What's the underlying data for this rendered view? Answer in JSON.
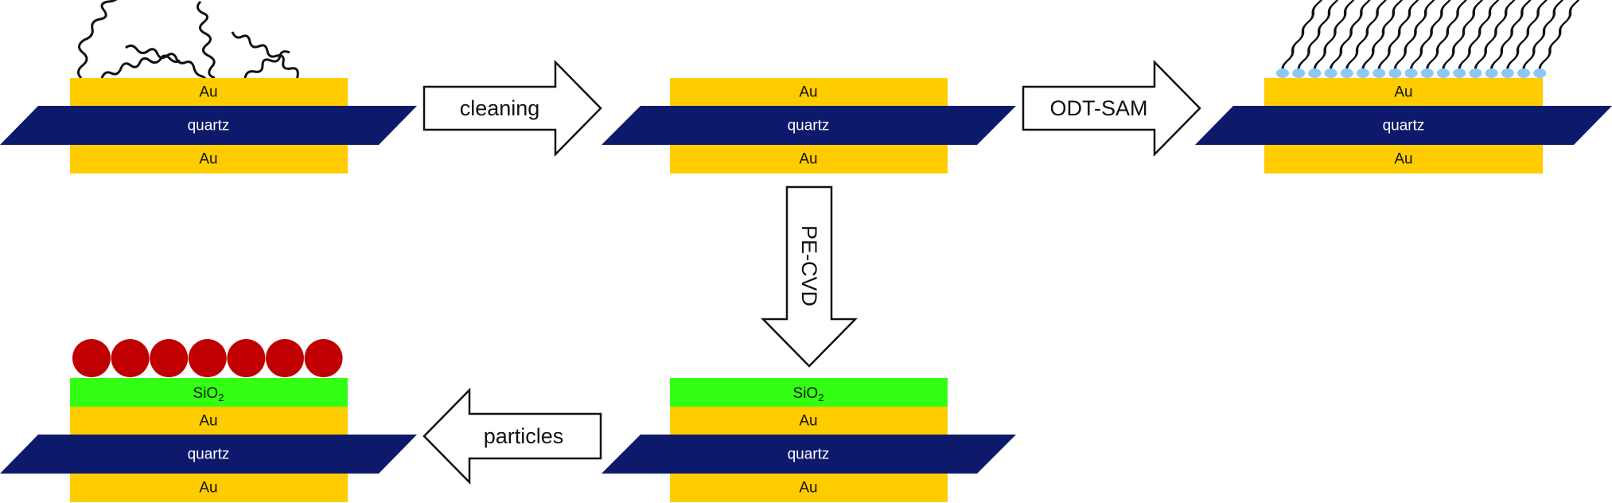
{
  "colors": {
    "gold": "#FFCC00",
    "quartz": "#0D1A6B",
    "sio2": "#33FF14",
    "particle": "#C00000",
    "sam_head": "#8EC8F0",
    "contaminant": "#111111"
  },
  "labels": {
    "au": "Au",
    "quartz": "quartz",
    "sio2": "SiO",
    "sio2_sub": "2"
  },
  "arrows": {
    "cleaning": "cleaning",
    "odt_sam": "ODT-SAM",
    "pe_cvd": "PE-CVD",
    "particles": "particles"
  },
  "icons": {
    "contaminant": "wavy-contaminant-chain-icon",
    "sam_chain": "wavy-alkyl-chain-icon",
    "particle": "red-sphere-particle-icon"
  },
  "counts": {
    "sam_chains": 17,
    "particles": 7
  }
}
